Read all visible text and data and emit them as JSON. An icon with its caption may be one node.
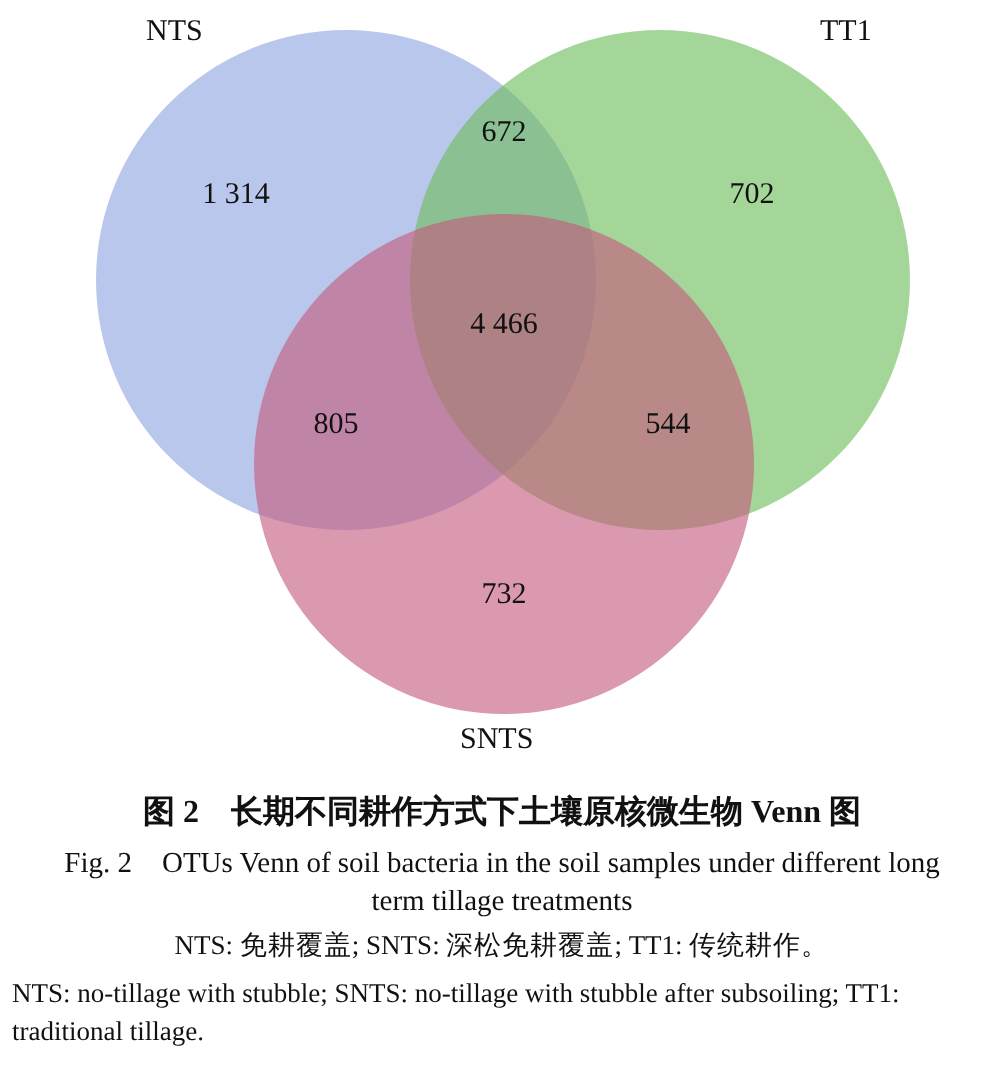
{
  "diagram": {
    "title": "图 2　长期不同耕作方式下土壤原核微生物 Venn 图",
    "caption": "Fig. 2　OTUs Venn of soil bacteria in the soil samples under different long term tillage treatments",
    "nodes": [
      {
        "text": [
          "NTS"
        ]
      },
      {
        "text": [
          "TT1"
        ]
      },
      {
        "text": [
          "SNTS"
        ]
      }
    ],
    "labels": [
      "1 314",
      "672",
      "702",
      "4 466",
      "805",
      "544",
      "732",
      "NTS: 免耕覆盖; SNTS: 深松免耕覆盖; TT1: 传统耕作。",
      "NTS: no-tillage with stubble; SNTS: no-tillage with stubble after subsoiling; TT1: traditional tillage."
    ]
  }
}
